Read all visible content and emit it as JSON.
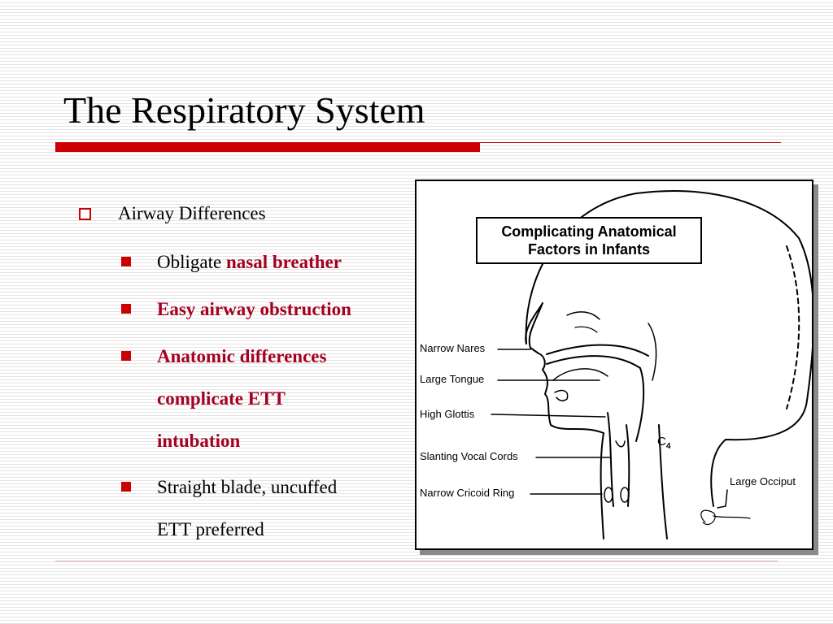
{
  "slide": {
    "title": "The Respiratory System"
  },
  "bullets": {
    "level1": "Airway Differences",
    "items": [
      {
        "plain": "Obligate ",
        "bold": "nasal breather"
      },
      {
        "bold": "Easy airway obstruction"
      },
      {
        "bold_lines": [
          "Anatomic differences",
          "complicate ETT",
          "intubation"
        ]
      },
      {
        "plain_lines": [
          "Straight blade, uncuffed",
          "ETT preferred"
        ]
      }
    ]
  },
  "figure": {
    "title_line1": "Complicating Anatomical",
    "title_line2": "Factors in Infants",
    "labels": {
      "narrow_nares": "Narrow Nares",
      "large_tongue": "Large Tongue",
      "high_glottis": "High Glottis",
      "slanting_vocal_cords": "Slanting Vocal Cords",
      "narrow_cricoid_ring": "Narrow Cricoid Ring",
      "c4": "C",
      "c4_sub": "4",
      "large_occiput": "Large Occiput"
    }
  },
  "colors": {
    "accent_red": "#cc0000",
    "emphasis_text": "#a50021"
  }
}
